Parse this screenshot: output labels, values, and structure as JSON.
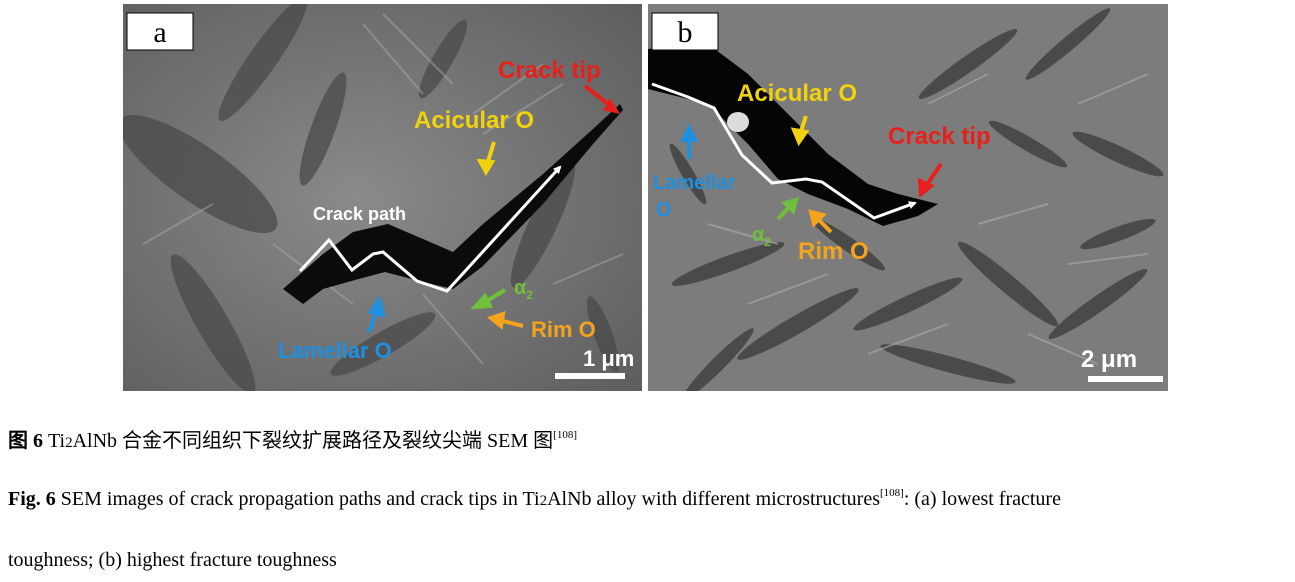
{
  "panel_a": {
    "letter": "a",
    "labels": {
      "crack_tip": "Crack tip",
      "acicular": "Acicular O",
      "crack_path": "Crack path",
      "alpha": "α",
      "alpha_sub": "2",
      "rim": "Rim O",
      "lamellar": "Lamellar O"
    },
    "scale_bar": "1 μm"
  },
  "panel_b": {
    "letter": "b",
    "labels": {
      "acicular": "Acicular O",
      "crack_tip": "Crack tip",
      "lamellar_1": "Lamellar",
      "lamellar_2": "O",
      "alpha": "α",
      "alpha_sub": "2",
      "rim": "Rim O"
    },
    "scale_bar": "2 μm"
  },
  "colors": {
    "red": "#e8201c",
    "yellow": "#f2d20c",
    "blue": "#1f8fe0",
    "green": "#6fbf3c",
    "orange": "#f4a41c",
    "white": "#ffffff"
  },
  "caption_cn": {
    "prefix": "图 6",
    "ti": "Ti",
    "sub": "2",
    "text": "AlNb 合金不同组织下裂纹扩展路径及裂纹尖端 SEM 图",
    "ref": "[108]"
  },
  "caption_en": {
    "prefix": "Fig. 6",
    "part1": " SEM images of crack propagation paths and crack tips in Ti",
    "sub": "2",
    "part2": "AlNb alloy with different microstructures",
    "ref": "[108]",
    "part3": ": (a) lowest fracture",
    "line2": "toughness; (b) highest fracture toughness"
  }
}
